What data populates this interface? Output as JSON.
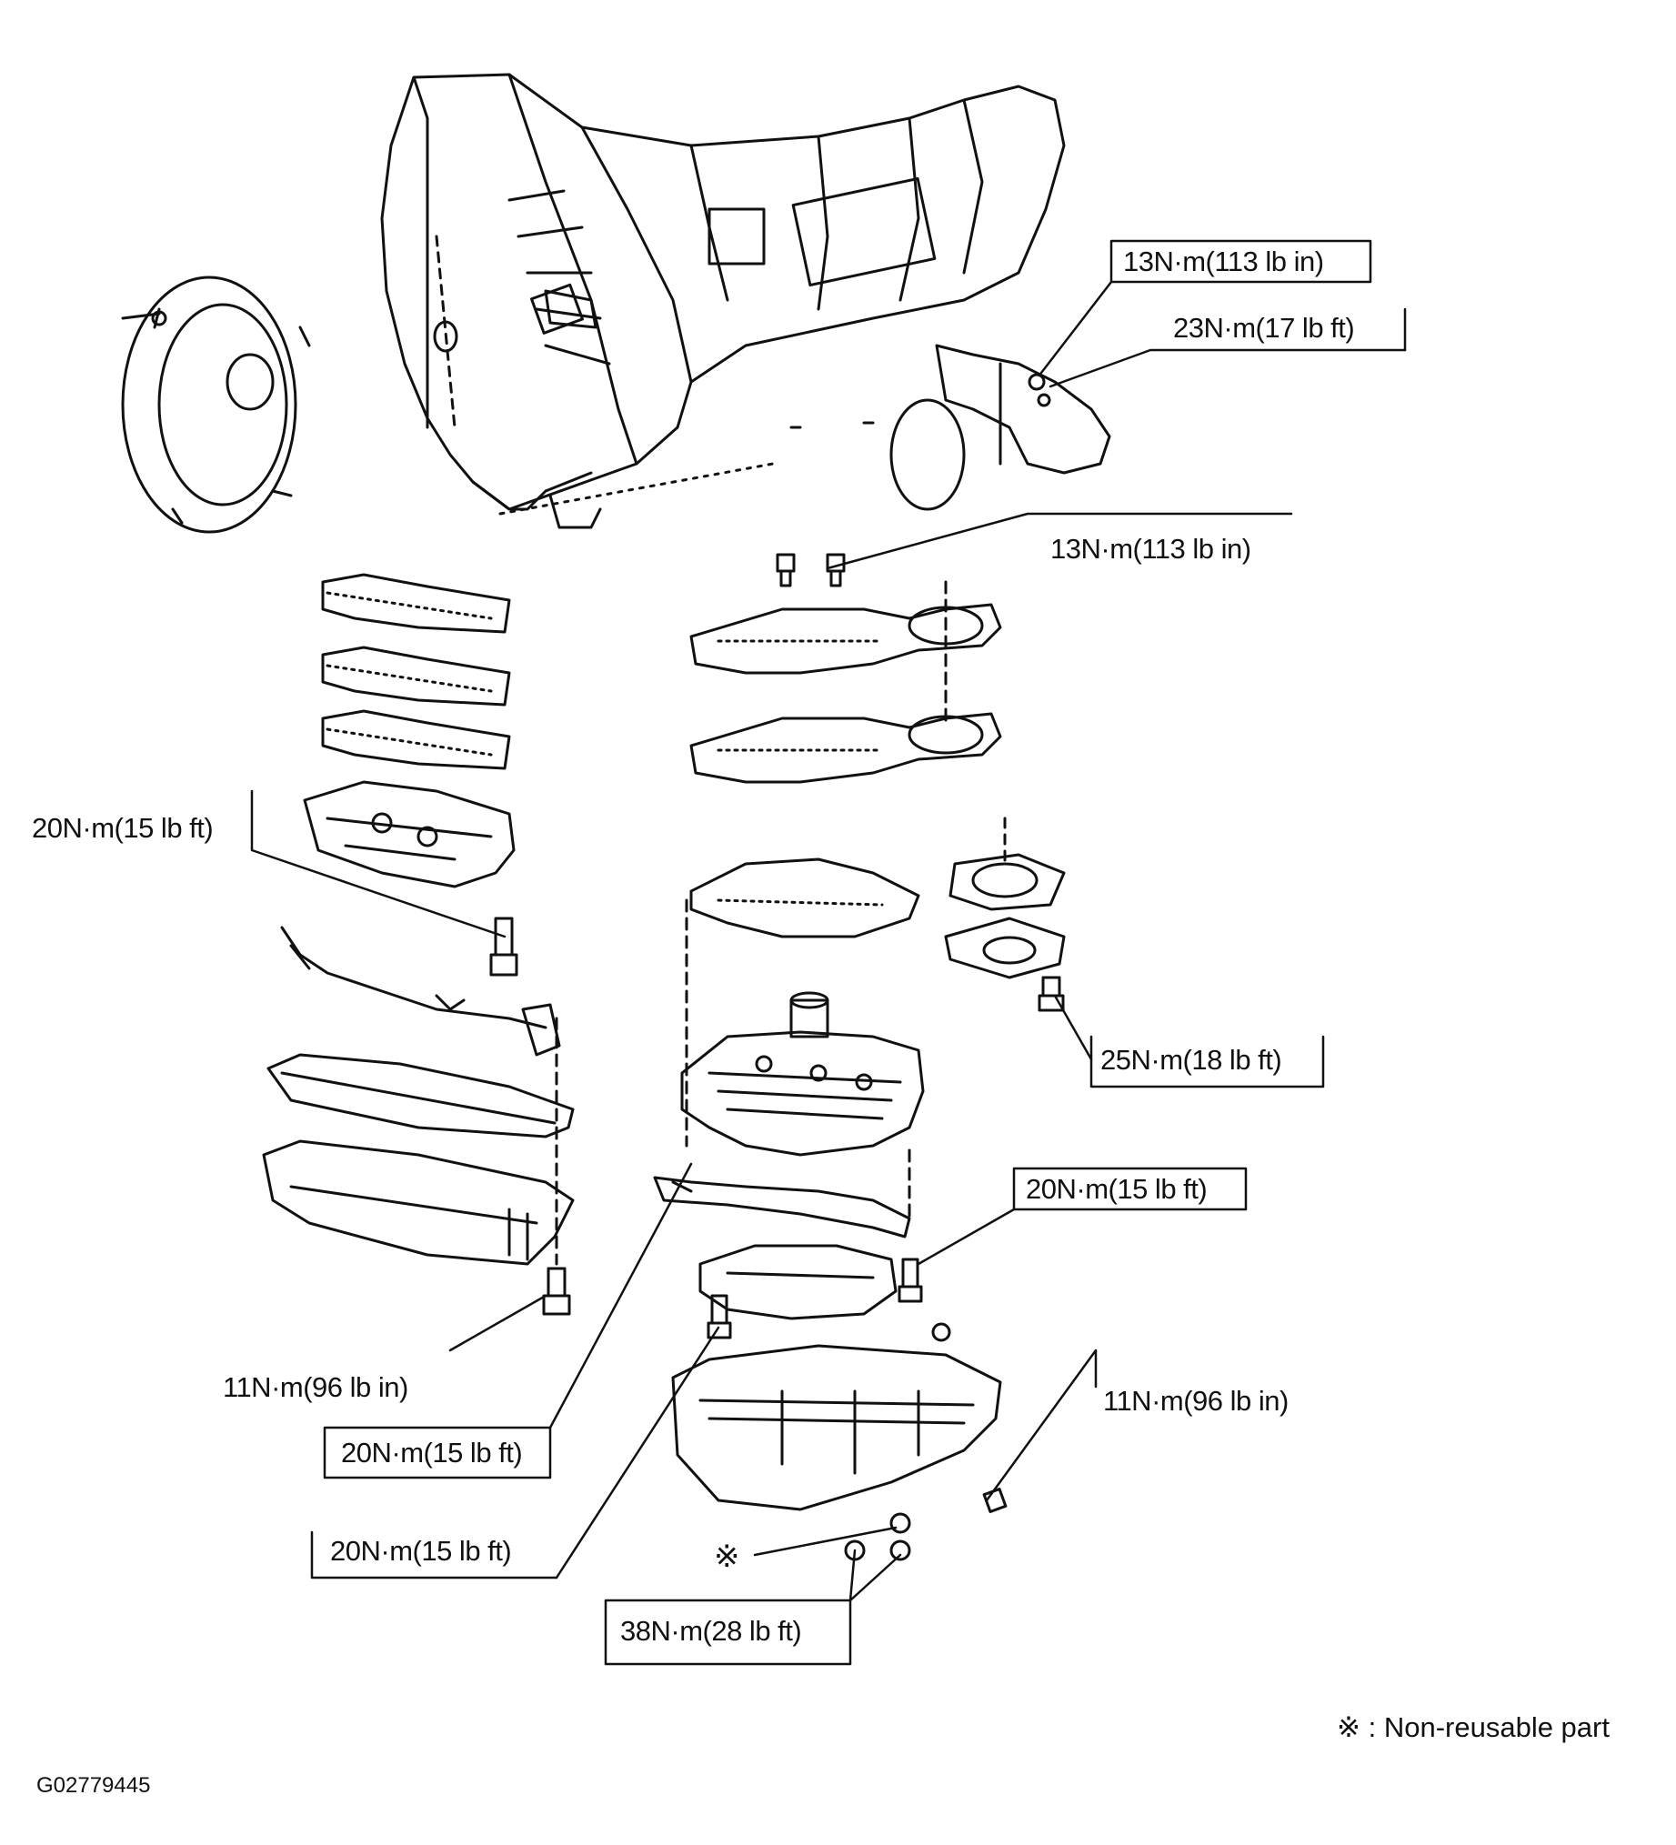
{
  "callouts": [
    {
      "id": "c1",
      "text": "13N·m(113 lb in)"
    },
    {
      "id": "c2",
      "text": "23N·m(17 lb ft)"
    },
    {
      "id": "c3",
      "text": "13N·m(113 lb in)"
    },
    {
      "id": "c4",
      "text": "20N·m(15 lb ft)"
    },
    {
      "id": "c5",
      "text": "25N·m(18 lb ft)"
    },
    {
      "id": "c6",
      "text": "20N·m(15 lb ft)"
    },
    {
      "id": "c7",
      "text": "11N·m(96 lb in)"
    },
    {
      "id": "c8",
      "text": "11N·m(96 lb in)"
    },
    {
      "id": "c9",
      "text": "20N·m(15 lb ft)"
    },
    {
      "id": "c10",
      "text": "20N·m(15 lb ft)"
    },
    {
      "id": "c11",
      "text": "38N·m(28 lb ft)"
    }
  ],
  "marks": {
    "non_reusable_symbol": "※"
  },
  "legend": {
    "symbol": "※",
    "text": ": Non-reusable part"
  },
  "figure_id": "G02779445",
  "colors": {
    "ink": "#111111",
    "background": "#ffffff"
  }
}
